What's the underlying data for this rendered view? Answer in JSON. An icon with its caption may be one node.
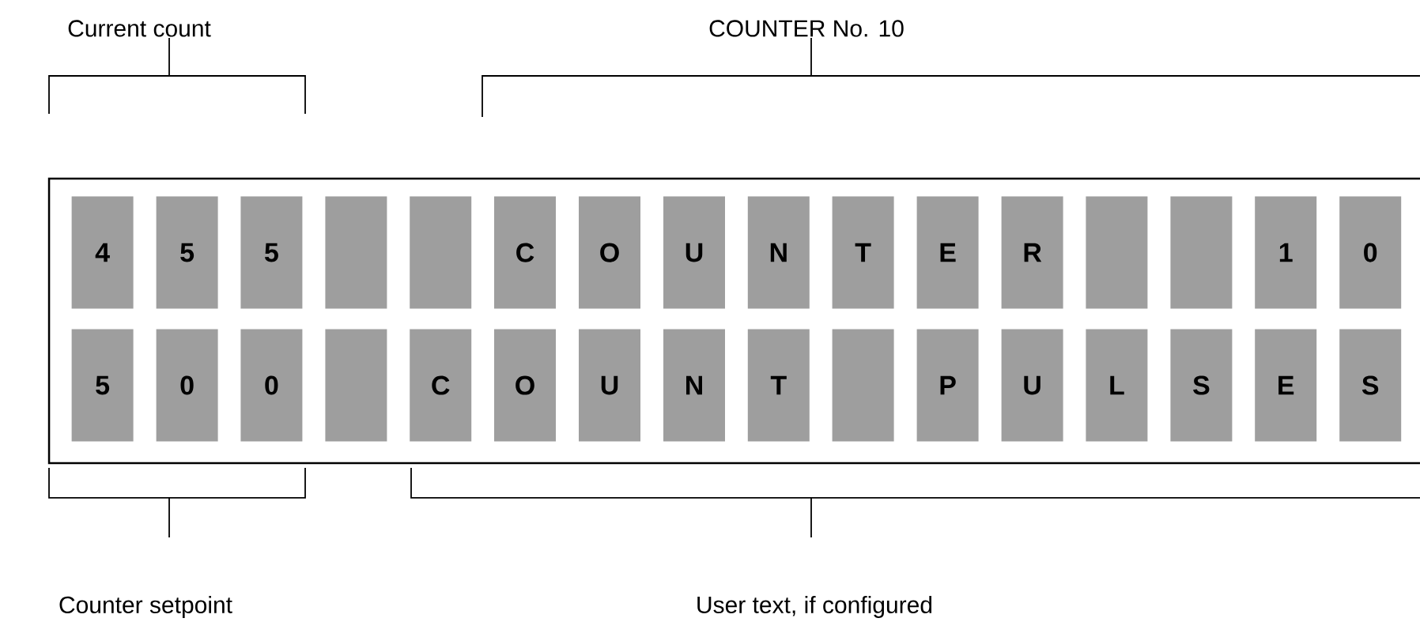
{
  "diagram": {
    "nodes": [
      {
        "text": [],
        "shape": "box"
      },
      {
        "text": [
          "4"
        ],
        "in": 0
      },
      {
        "text": [
          "5"
        ],
        "in": 0
      },
      {
        "text": [
          "5"
        ],
        "in": 0
      },
      {
        "text": [],
        "shape": "box",
        "in": 0
      },
      {
        "text": [],
        "shape": "box",
        "in": 0
      },
      {
        "text": [
          "C"
        ],
        "in": 0
      },
      {
        "text": [
          "O"
        ],
        "in": 0
      },
      {
        "text": [
          "U"
        ],
        "in": 0
      },
      {
        "text": [
          "N"
        ],
        "in": 0
      },
      {
        "text": [
          "T"
        ],
        "in": 0
      },
      {
        "text": [
          "E"
        ],
        "in": 0
      },
      {
        "text": [
          "R"
        ],
        "in": 0
      },
      {
        "text": [],
        "shape": "box",
        "in": 0
      },
      {
        "text": [],
        "shape": "box",
        "in": 0
      },
      {
        "text": [
          "1"
        ],
        "in": 0
      },
      {
        "text": [
          "0"
        ],
        "in": 0
      },
      {
        "text": [
          "5"
        ],
        "in": 0
      },
      {
        "text": [
          "0"
        ],
        "in": 0
      },
      {
        "text": [
          "0"
        ],
        "in": 0
      },
      {
        "text": [],
        "shape": "box",
        "in": 0
      },
      {
        "text": [
          "C"
        ],
        "in": 0
      },
      {
        "text": [
          "O"
        ],
        "in": 0
      },
      {
        "text": [
          "U"
        ],
        "in": 0
      },
      {
        "text": [
          "N"
        ],
        "in": 0
      },
      {
        "text": [
          "T"
        ],
        "in": 0
      },
      {
        "text": [],
        "shape": "box",
        "in": 0
      },
      {
        "text": [
          "P"
        ],
        "in": 0
      },
      {
        "text": [
          "U"
        ],
        "in": 0
      },
      {
        "text": [
          "L"
        ],
        "in": 0
      },
      {
        "text": [
          "S"
        ],
        "in": 0
      },
      {
        "text": [
          "E"
        ],
        "in": 0
      },
      {
        "text": [
          "S"
        ],
        "in": 0
      }
    ],
    "labels": [
      "Current count",
      "COUNTER No. 10",
      "Counter setpoint",
      "User text, if configured"
    ]
  }
}
